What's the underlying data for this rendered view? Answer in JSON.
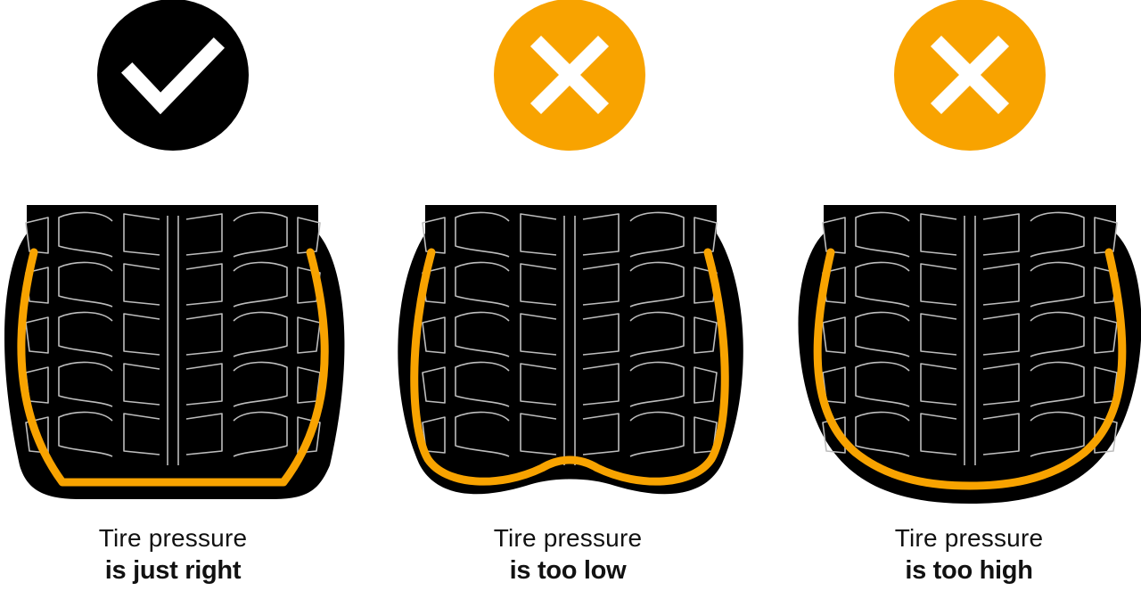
{
  "colors": {
    "tire": "#000000",
    "tread": "#bdbdbd",
    "accent": "#f8a300",
    "good_badge": "#000000",
    "bad_badge": "#f8a300",
    "badge_mark": "#ffffff"
  },
  "panels": [
    {
      "status": "good",
      "icon": "checkmark-icon",
      "caption_line1": "Tire pressure",
      "caption_line2": "is just right"
    },
    {
      "status": "bad",
      "icon": "x-mark-icon",
      "caption_line1": "Tire pressure",
      "caption_line2": "is too low"
    },
    {
      "status": "bad",
      "icon": "x-mark-icon",
      "caption_line1": "Tire pressure",
      "caption_line2": "is too high"
    }
  ]
}
